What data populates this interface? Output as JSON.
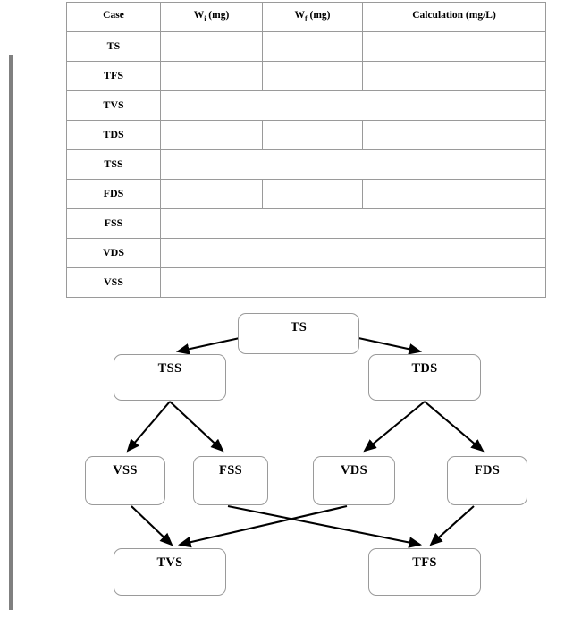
{
  "table": {
    "headers": [
      {
        "text": "Case",
        "sub": ""
      },
      {
        "text": "W",
        "sub": "i",
        "unit": " (mg)"
      },
      {
        "text": "W",
        "sub": "f",
        "unit": " (mg)"
      },
      {
        "text": "Calculation (mg/L)",
        "sub": ""
      }
    ],
    "header_case": "Case",
    "header_wi_base": "W",
    "header_wi_sub": "i",
    "header_wi_unit": " (mg)",
    "header_wf_base": "W",
    "header_wf_sub": "f",
    "header_wf_unit": " (mg)",
    "header_calculation": "Calculation (mg/L)",
    "rows": [
      {
        "case": "TS",
        "split": true,
        "wi": "",
        "wf": "",
        "calculation": ""
      },
      {
        "case": "TFS",
        "split": true,
        "wi": "",
        "wf": "",
        "calculation": ""
      },
      {
        "case": "TVS",
        "split": false,
        "merged": ""
      },
      {
        "case": "TDS",
        "split": true,
        "wi": "",
        "wf": "",
        "calculation": ""
      },
      {
        "case": "TSS",
        "split": false,
        "merged": ""
      },
      {
        "case": "FDS",
        "split": true,
        "wi": "",
        "wf": "",
        "calculation": ""
      },
      {
        "case": "FSS",
        "split": false,
        "merged": ""
      },
      {
        "case": "VDS",
        "split": false,
        "merged": ""
      },
      {
        "case": "VSS",
        "split": false,
        "merged": ""
      }
    ]
  },
  "flowchart": {
    "type": "tree-diagram",
    "nodes": [
      {
        "id": "ts",
        "label": "TS"
      },
      {
        "id": "tss",
        "label": "TSS"
      },
      {
        "id": "tds",
        "label": "TDS"
      },
      {
        "id": "vss",
        "label": "VSS"
      },
      {
        "id": "fss",
        "label": "FSS"
      },
      {
        "id": "vds",
        "label": "VDS"
      },
      {
        "id": "fds",
        "label": "FDS"
      },
      {
        "id": "tvs",
        "label": "TVS"
      },
      {
        "id": "tfs",
        "label": "TFS"
      }
    ],
    "edges": [
      {
        "from": "ts",
        "to": "tss"
      },
      {
        "from": "ts",
        "to": "tds"
      },
      {
        "from": "tss",
        "to": "vss"
      },
      {
        "from": "tss",
        "to": "fss"
      },
      {
        "from": "tds",
        "to": "vds"
      },
      {
        "from": "tds",
        "to": "fds"
      },
      {
        "from": "vss",
        "to": "tvs"
      },
      {
        "from": "vds",
        "to": "tvs"
      },
      {
        "from": "fss",
        "to": "tfs"
      },
      {
        "from": "fds",
        "to": "tfs"
      }
    ],
    "labels": {
      "ts": "TS",
      "tss": "TSS",
      "tds": "TDS",
      "vss": "VSS",
      "fss": "FSS",
      "vds": "VDS",
      "fds": "FDS",
      "tvs": "TVS",
      "tfs": "TFS"
    }
  },
  "colors": {
    "node_border": "#9a9a9a",
    "table_border": "#9a9a9a",
    "arrow": "#000000",
    "left_rule": "#808080",
    "text": "#000000",
    "background": "#ffffff"
  }
}
